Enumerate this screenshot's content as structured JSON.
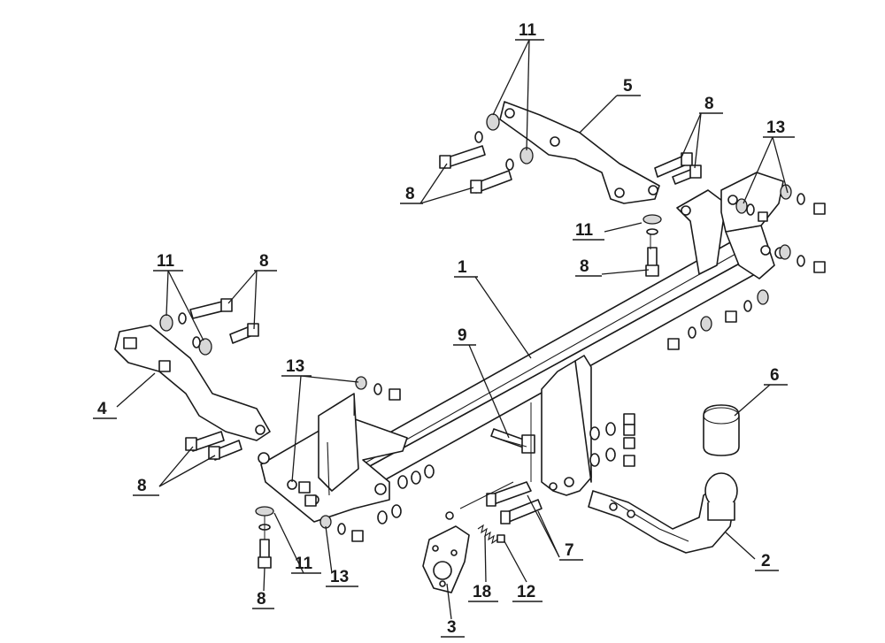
{
  "callouts": {
    "c1": "1",
    "c2": "2",
    "c3": "3",
    "c4": "4",
    "c5": "5",
    "c6": "6",
    "c7": "7",
    "c8_top_left": "8",
    "c8_top_right": "8",
    "c8_mid": "8",
    "c8_left_top": "8",
    "c8_left_bottom": "8",
    "c8_bottom": "8",
    "c9": "9",
    "c11_top": "11",
    "c11_mid": "11",
    "c11_left": "11",
    "c11_bottom": "11",
    "c12": "12",
    "c13_right": "13",
    "c13_center": "13",
    "c13_bottom": "13",
    "c18": "18"
  }
}
